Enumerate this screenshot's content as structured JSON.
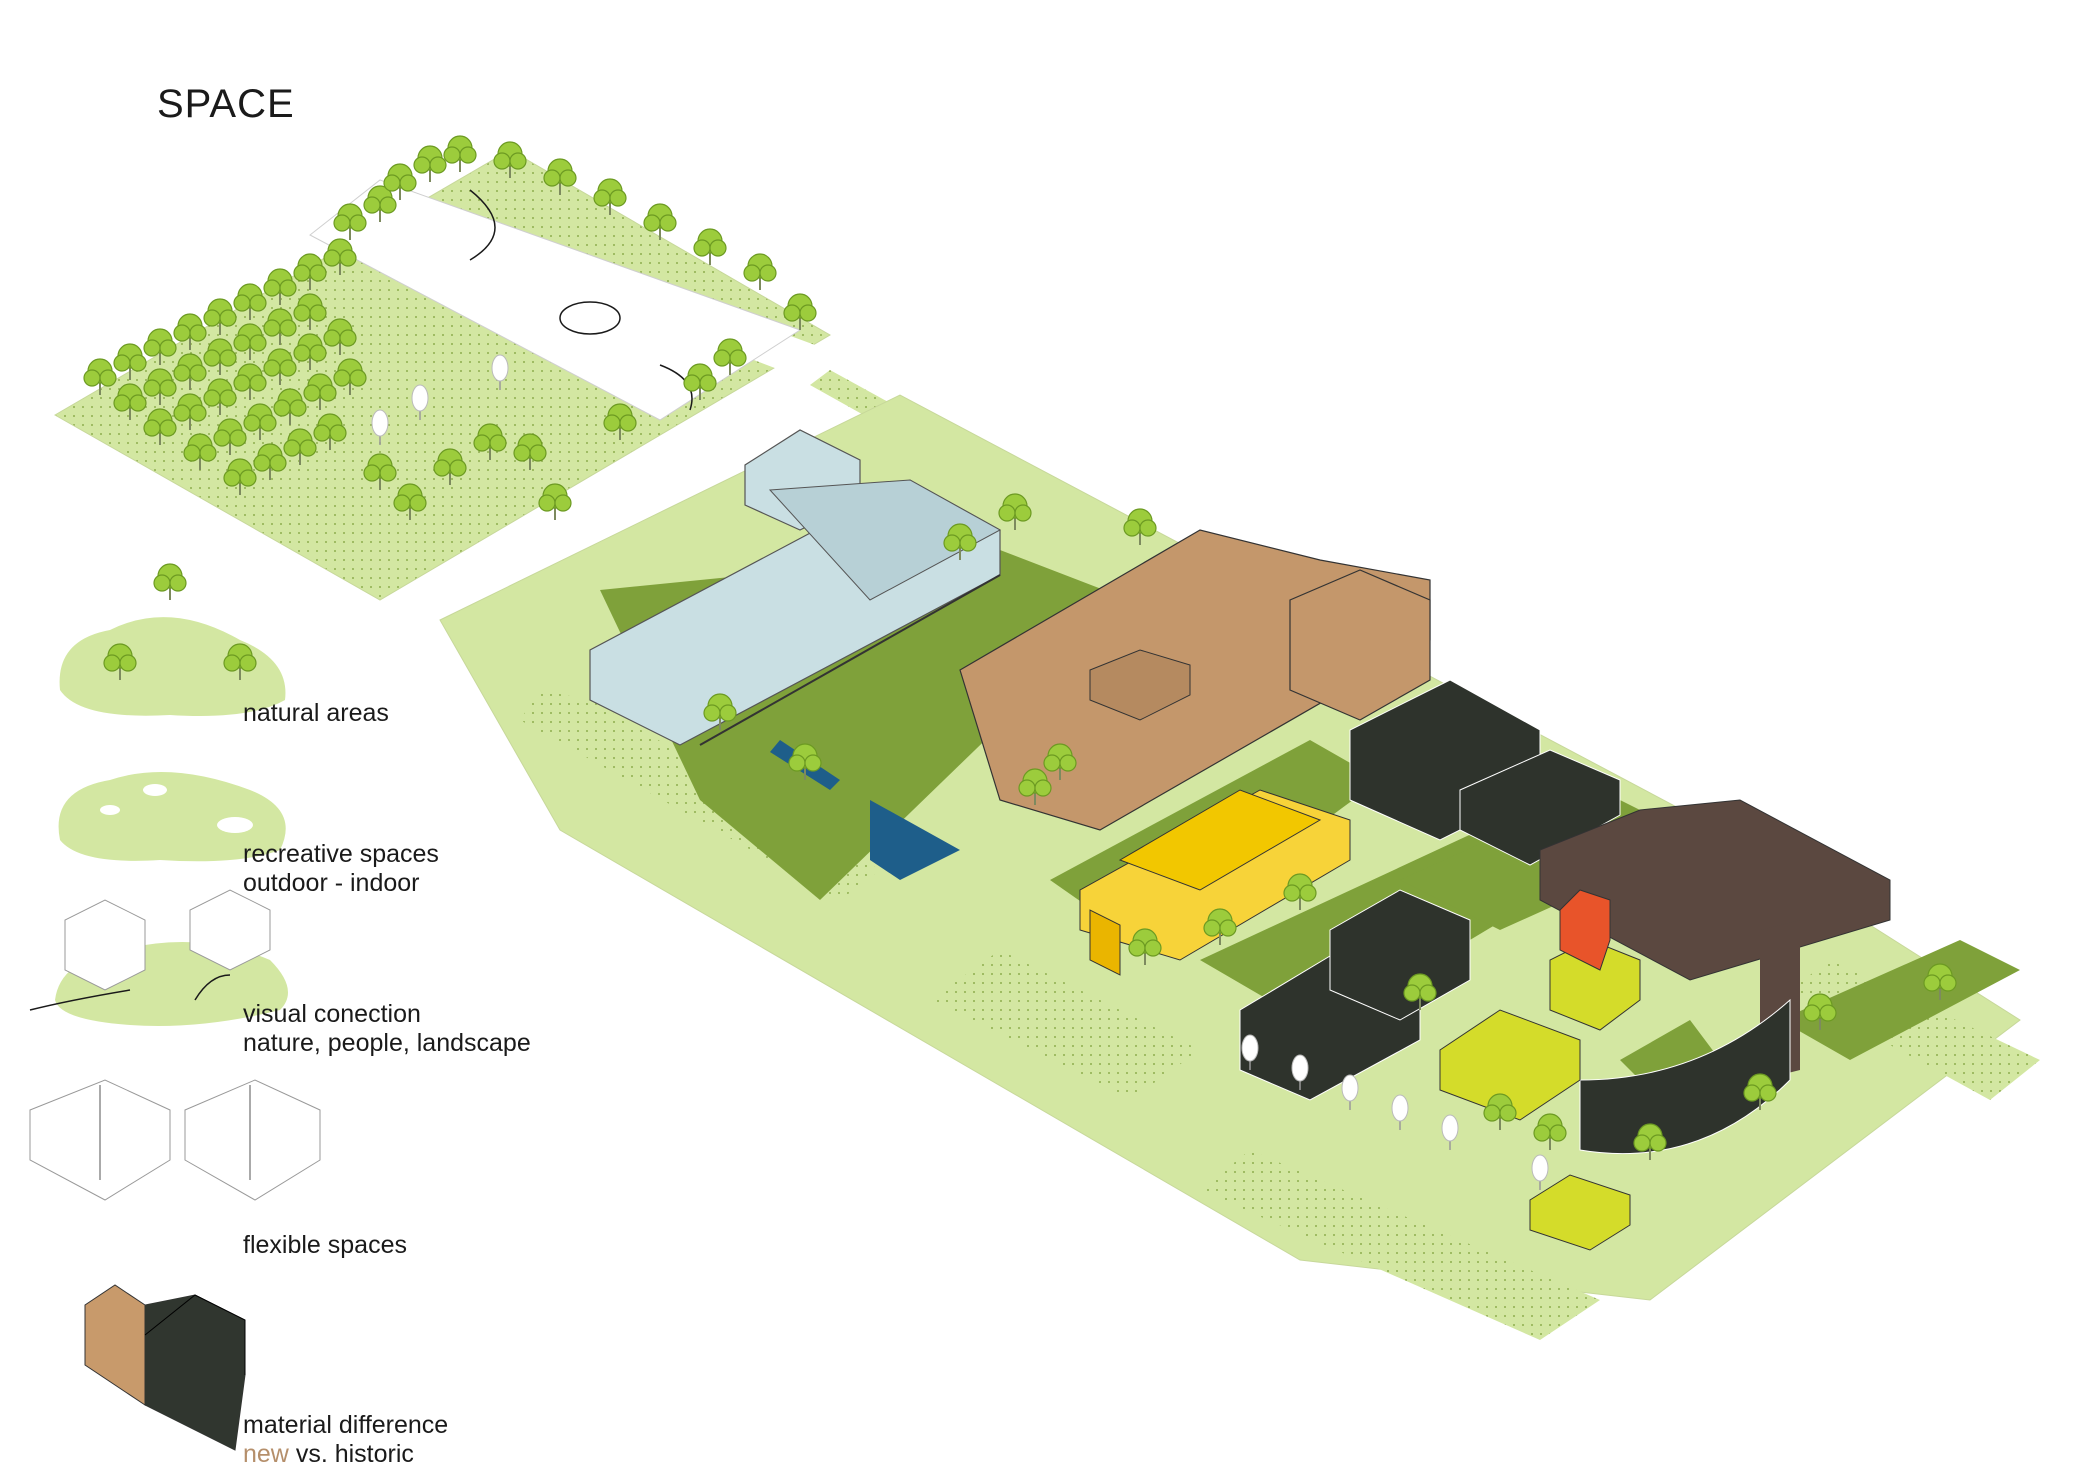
{
  "title": "SPACE",
  "legend": [
    {
      "icon": "natural-areas-icon",
      "lines": [
        "natural areas"
      ]
    },
    {
      "icon": "recreative-spaces-icon",
      "lines": [
        "recreative spaces",
        "outdoor - indoor"
      ]
    },
    {
      "icon": "visual-connection-icon",
      "lines": [
        "visual conection",
        "nature, people, landscape"
      ]
    },
    {
      "icon": "flexible-spaces-icon",
      "lines": [
        "flexible spaces"
      ]
    },
    {
      "icon": "material-difference-icon",
      "lines": [
        "material difference"
      ],
      "contrast": {
        "new": "new",
        "rest": " vs. historic"
      }
    }
  ],
  "colors": {
    "lawn_light": "#d3e7a2",
    "lawn_dark": "#7fa13a",
    "tree": "#9ccc3c",
    "glass_building": "#c9dfe3",
    "historic_brown": "#c4976b",
    "dark_brown": "#5b4840",
    "black_building": "#2e332c",
    "yellow_building": "#f7d339",
    "lime_building": "#d4dc2a",
    "orange_building": "#e8542a",
    "water_blue": "#1e5e8a",
    "new_text": "#b58f6b"
  }
}
